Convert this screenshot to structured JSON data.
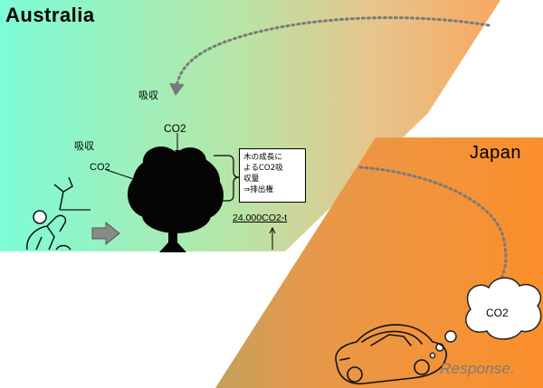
{
  "regions": {
    "australia": {
      "label": "Australia",
      "color_light": "#7dfcd6",
      "color_warm": "#f2b075"
    },
    "japan": {
      "label": "Japan",
      "color": "#fb8f2c"
    }
  },
  "labels": {
    "absorption_top": "吸収",
    "co2_top": "CO2",
    "absorption_left": "吸収",
    "co2_left": "CO2",
    "cloud_co2": "CO2"
  },
  "note": {
    "lines": [
      "木の成長に",
      "よるCO2吸",
      "収量",
      "⇒排出権"
    ]
  },
  "credit_amount": "24.000CO2-t",
  "watermark": "Response."
}
